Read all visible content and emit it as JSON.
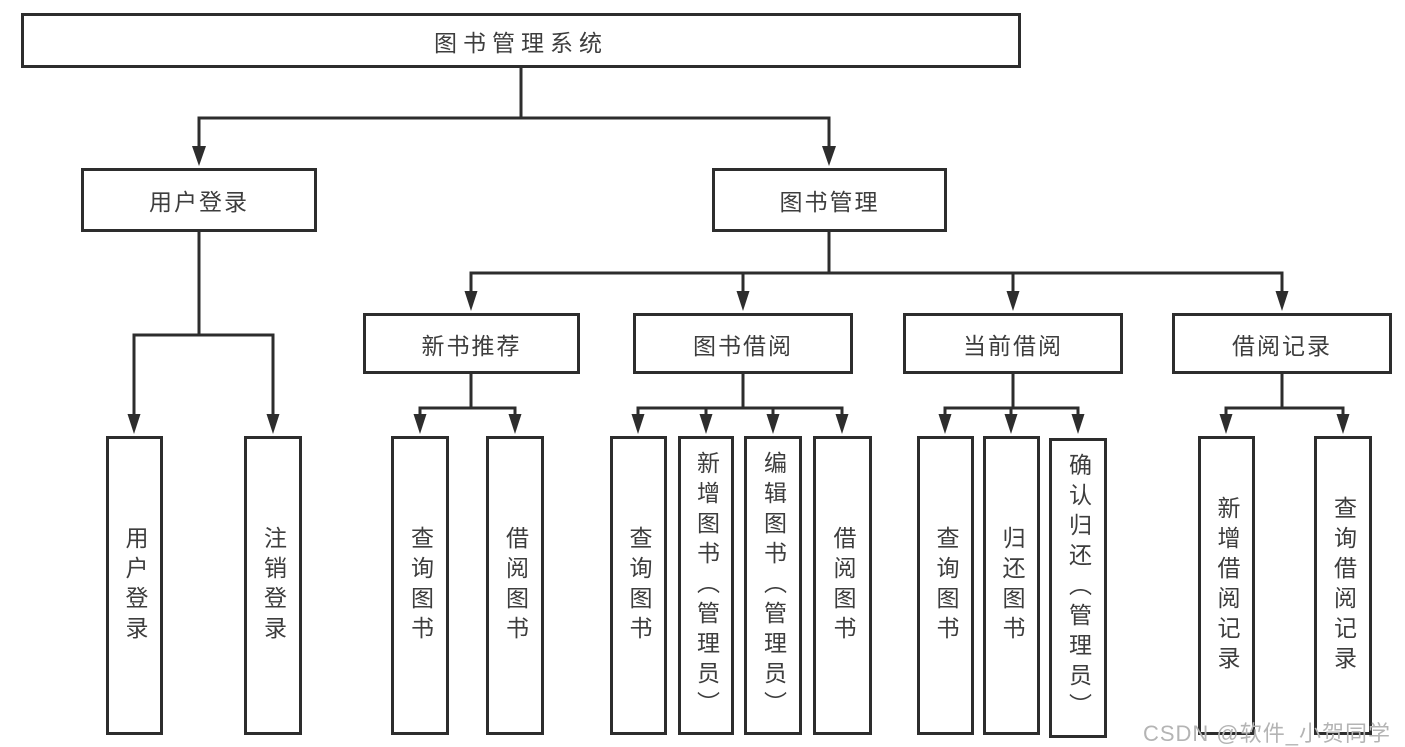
{
  "tree": {
    "label": "图书管理系统",
    "children": [
      {
        "label": "用户登录",
        "children": [
          {
            "label": "用户登录"
          },
          {
            "label": "注销登录"
          }
        ]
      },
      {
        "label": "图书管理",
        "children": [
          {
            "label": "新书推荐",
            "children": [
              {
                "label": "查询图书"
              },
              {
                "label": "借阅图书"
              }
            ]
          },
          {
            "label": "图书借阅",
            "children": [
              {
                "label": "查询图书"
              },
              {
                "label": "新增图书（管理员）"
              },
              {
                "label": "编辑图书（管理员）"
              },
              {
                "label": "借阅图书"
              }
            ]
          },
          {
            "label": "当前借阅",
            "children": [
              {
                "label": "查询图书"
              },
              {
                "label": "归还图书"
              },
              {
                "label": "确认归还（管理员）"
              }
            ]
          },
          {
            "label": "借阅记录",
            "children": [
              {
                "label": "新增借阅记录"
              },
              {
                "label": "查询借阅记录"
              }
            ]
          }
        ]
      }
    ]
  },
  "watermark": {
    "text": "CSDN @软件_小贺同学"
  },
  "colors": {
    "line": "#2d2d2d",
    "text": "#3d3d3d",
    "watermark": "#b4b4b4",
    "background": "#ffffff"
  }
}
